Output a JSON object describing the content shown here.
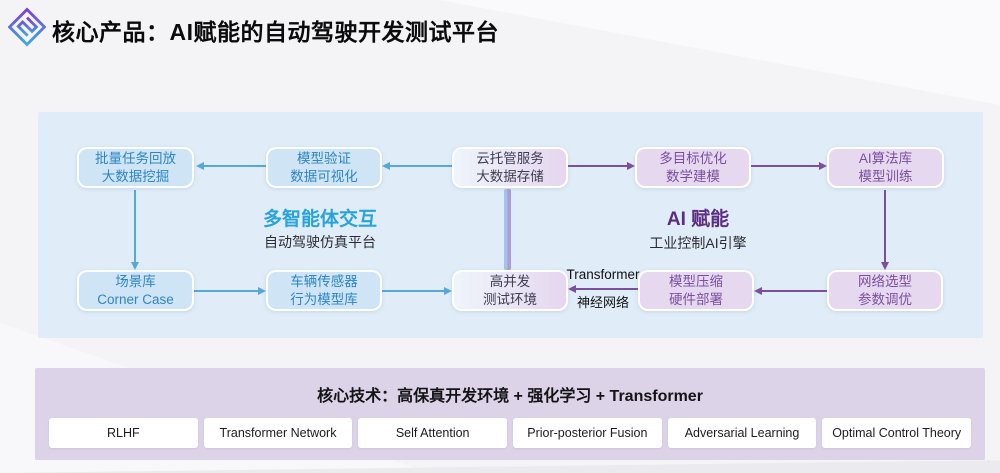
{
  "header": {
    "title": "核心产品：AI赋能的自动驾驶开发测试平台"
  },
  "diagram": {
    "groups": {
      "simulation": {
        "title": "多智能体交互",
        "subtitle": "自动驾驶仿真平台"
      },
      "ai": {
        "title": "AI 赋能",
        "subtitle": "工业控制AI引擎"
      }
    },
    "nodes": {
      "batch_replay": {
        "line1": "批量任务回放",
        "line2": "大数据挖掘"
      },
      "model_validation": {
        "line1": "模型验证",
        "line2": "数据可视化"
      },
      "cloud_hosting": {
        "line1": "云托管服务",
        "line2": "大数据存储"
      },
      "multi_objective": {
        "line1": "多目标优化",
        "line2": "数学建模"
      },
      "ai_algorithm": {
        "line1": "AI算法库",
        "line2": "模型训练"
      },
      "scenario_library": {
        "line1": "场景库",
        "line2": "Corner Case"
      },
      "vehicle_sensor": {
        "line1": "车辆传感器",
        "line2": "行为模型库"
      },
      "high_concurrency": {
        "line1": "高并发",
        "line2": "测试环境"
      },
      "model_compression": {
        "line1": "模型压缩",
        "line2": "硬件部署"
      },
      "network_selection": {
        "line1": "网络选型",
        "line2": "参数调优"
      }
    },
    "edge_label": {
      "line1": "Transformer",
      "line2": "神经网络"
    }
  },
  "footer": {
    "title": "核心技术：高保真开发环境 + 强化学习 + Transformer",
    "chips": [
      "RLHF",
      "Transformer Network",
      "Self Attention",
      "Prior-posterior Fusion",
      "Adversarial Learning",
      "Optimal Control Theory"
    ]
  },
  "colors": {
    "blue_node_bg": "#cfe4f5",
    "blue_node_text": "#2e86c5",
    "purple_node_bg": "#e6d9ef",
    "purple_node_text": "#7a4fa0",
    "arrow_blue": "#55a8da",
    "arrow_purple": "#7b4f9e",
    "sim_title": "#29a3da",
    "ai_title": "#5c2d82",
    "main_panel_bg": "#e0edf8",
    "footer_panel_bg": "#ddd3e8",
    "logo_gradient_start": "#7b3fd4",
    "logo_gradient_end": "#3fa9e0"
  }
}
